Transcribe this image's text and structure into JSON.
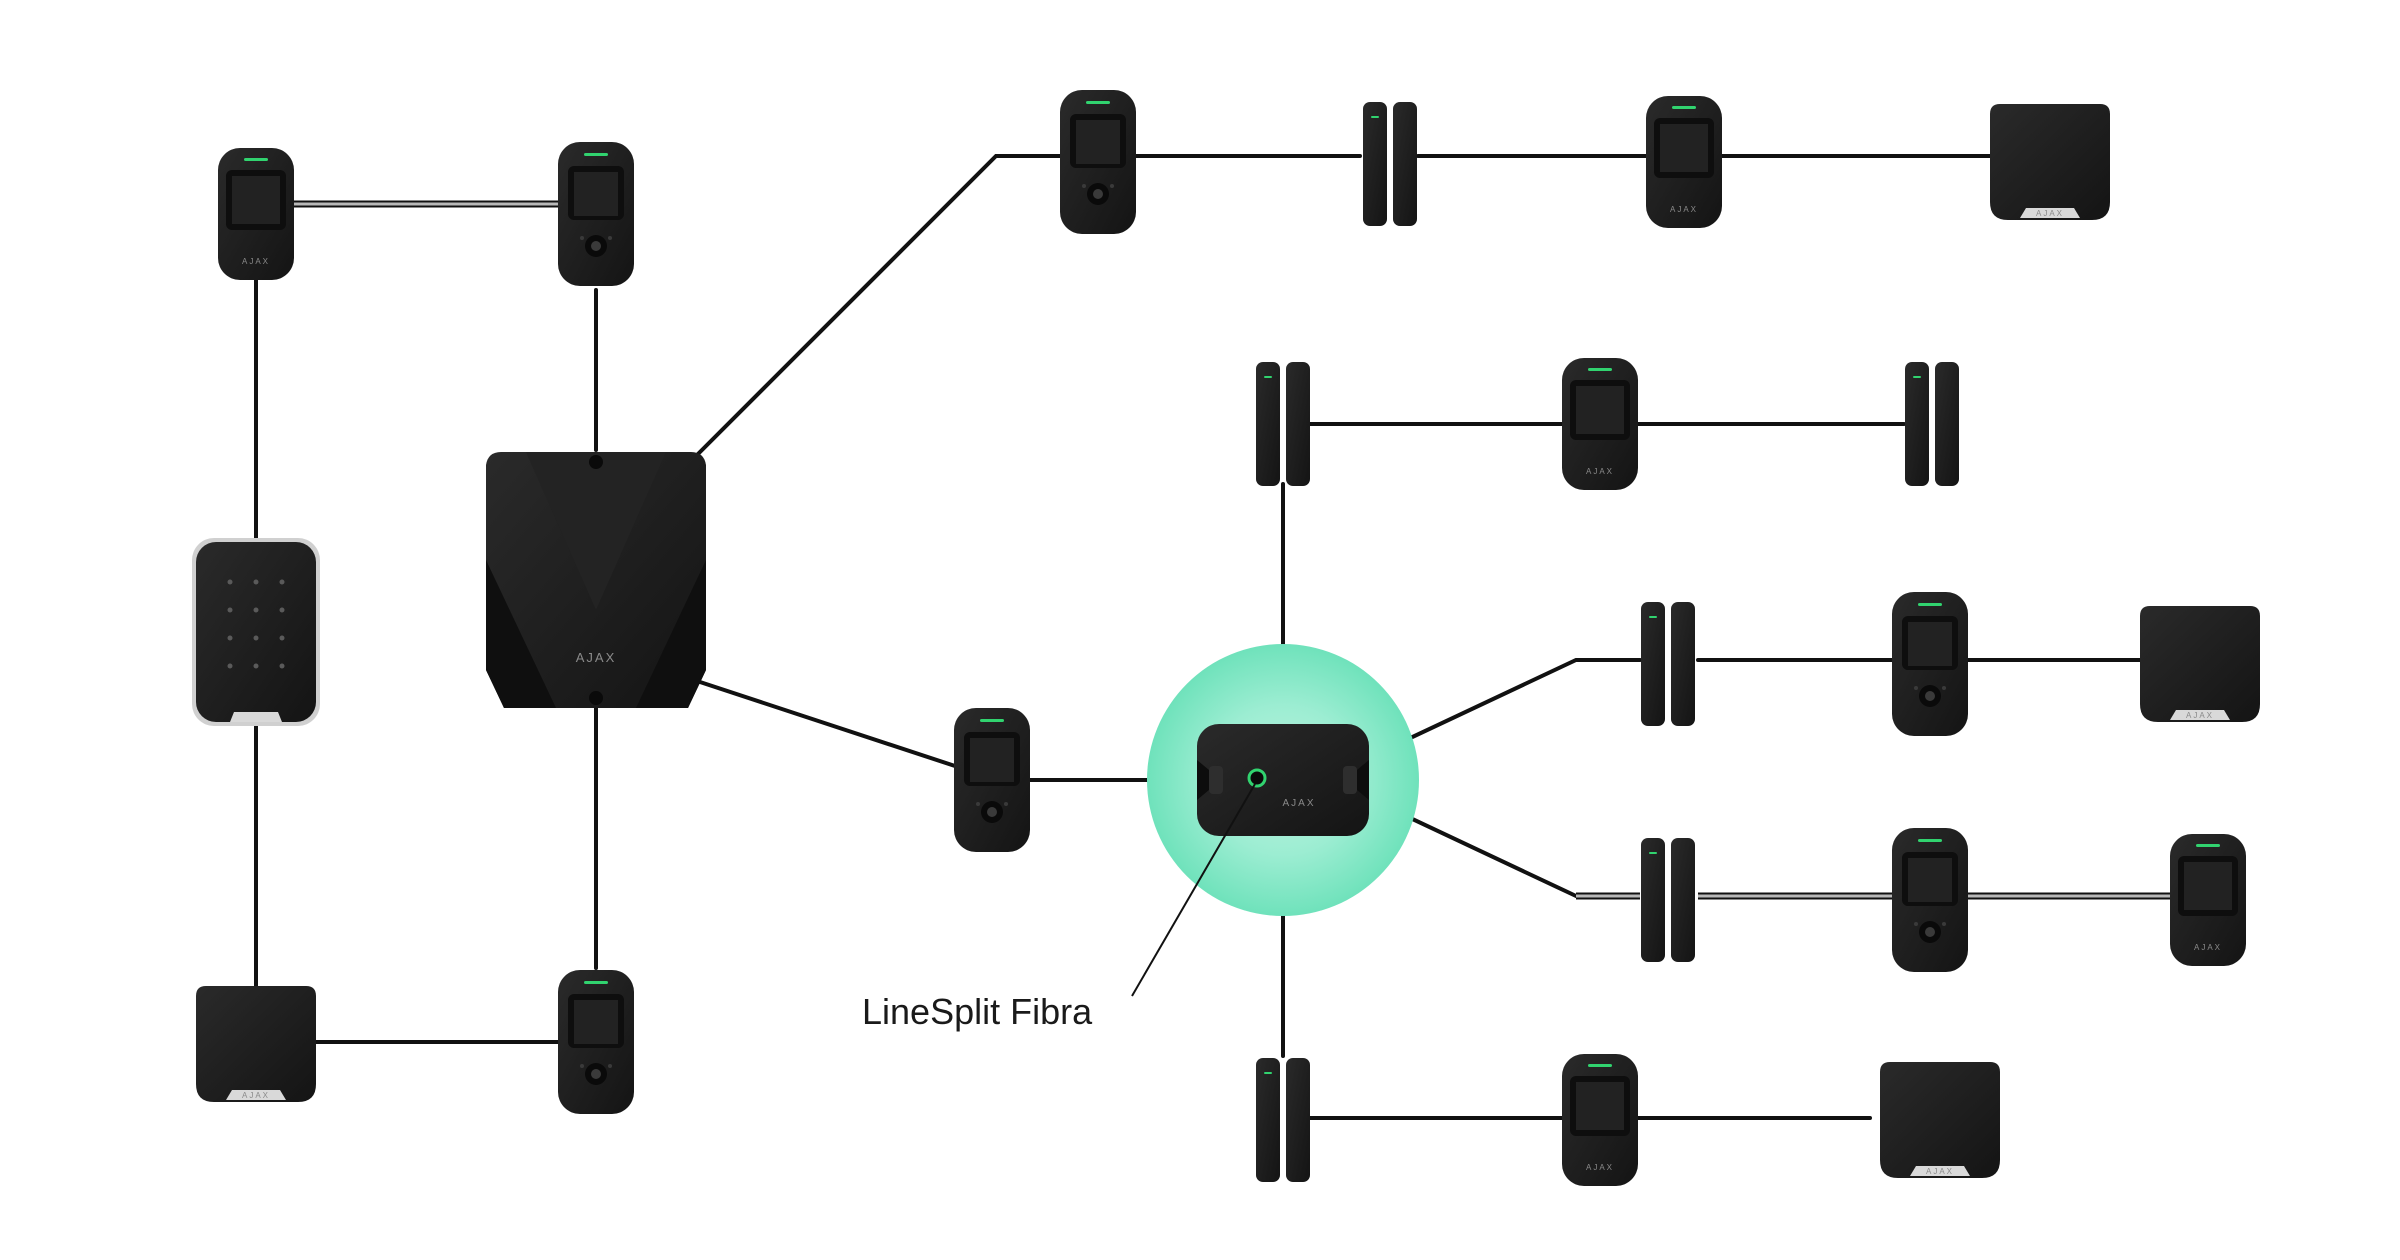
{
  "diagram": {
    "callout_label": "LineSplit Fibra",
    "brand_text": "AJAX",
    "colors": {
      "device": "#1b1b1b",
      "device_edge": "#2c2c2c",
      "cable": "#111111",
      "cable_gray": "#a0a0a0",
      "led": "#31d36f",
      "glow": "#5ee3b6",
      "background": "#ffffff"
    },
    "nodes": [
      {
        "id": "hub",
        "kind": "hub-case-icon"
      },
      {
        "id": "splitter",
        "kind": "linesplit-box-icon",
        "highlight": true
      },
      {
        "id": "keypad",
        "kind": "keypad-icon"
      },
      {
        "id": "left-top-motion",
        "kind": "motion-detector-icon"
      },
      {
        "id": "left-top-cam",
        "kind": "motion-camera-icon"
      },
      {
        "id": "left-bottom-siren",
        "kind": "home-siren-icon"
      },
      {
        "id": "left-bottom-cam",
        "kind": "motion-camera-icon"
      },
      {
        "id": "hub-right-cam",
        "kind": "motion-camera-icon"
      },
      {
        "id": "top-row-cam",
        "kind": "motion-camera-icon"
      },
      {
        "id": "top-row-door",
        "kind": "door-contact-icon"
      },
      {
        "id": "top-row-motion",
        "kind": "motion-detector-icon"
      },
      {
        "id": "top-row-siren",
        "kind": "home-siren-icon"
      },
      {
        "id": "b1-door-a",
        "kind": "door-contact-icon"
      },
      {
        "id": "b1-motion",
        "kind": "motion-detector-icon"
      },
      {
        "id": "b1-door-b",
        "kind": "door-contact-icon"
      },
      {
        "id": "b2-door",
        "kind": "door-contact-icon"
      },
      {
        "id": "b2-cam",
        "kind": "motion-camera-icon"
      },
      {
        "id": "b2-siren",
        "kind": "home-siren-icon"
      },
      {
        "id": "b3-door",
        "kind": "door-contact-icon"
      },
      {
        "id": "b3-cam",
        "kind": "motion-camera-icon"
      },
      {
        "id": "b3-motion",
        "kind": "motion-detector-icon"
      },
      {
        "id": "b4-door",
        "kind": "door-contact-icon"
      },
      {
        "id": "b4-motion",
        "kind": "motion-detector-icon"
      },
      {
        "id": "b4-siren",
        "kind": "home-siren-icon"
      }
    ]
  }
}
